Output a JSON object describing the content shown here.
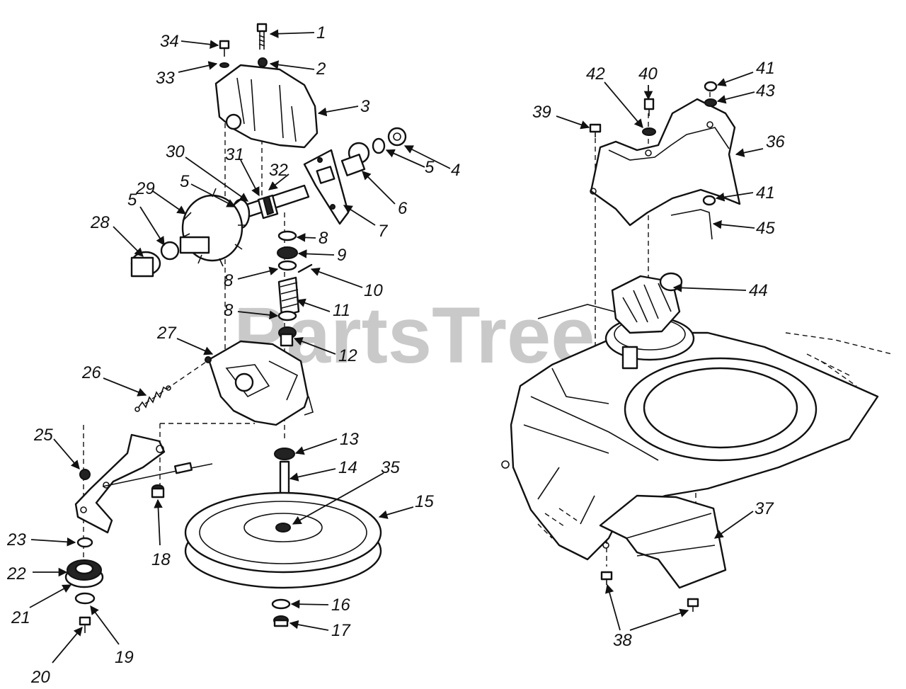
{
  "watermark": "PartsTree",
  "callouts": [
    "1",
    "2",
    "3",
    "4",
    "5",
    "5",
    "5",
    "5",
    "6",
    "7",
    "8",
    "8",
    "8",
    "9",
    "10",
    "11",
    "12",
    "13",
    "14",
    "15",
    "16",
    "17",
    "18",
    "19",
    "20",
    "21",
    "22",
    "23",
    "25",
    "26",
    "27",
    "28",
    "29",
    "30",
    "31",
    "32",
    "33",
    "34",
    "35",
    "36",
    "37",
    "38",
    "39",
    "40",
    "41",
    "41",
    "42",
    "43",
    "44",
    "45"
  ]
}
